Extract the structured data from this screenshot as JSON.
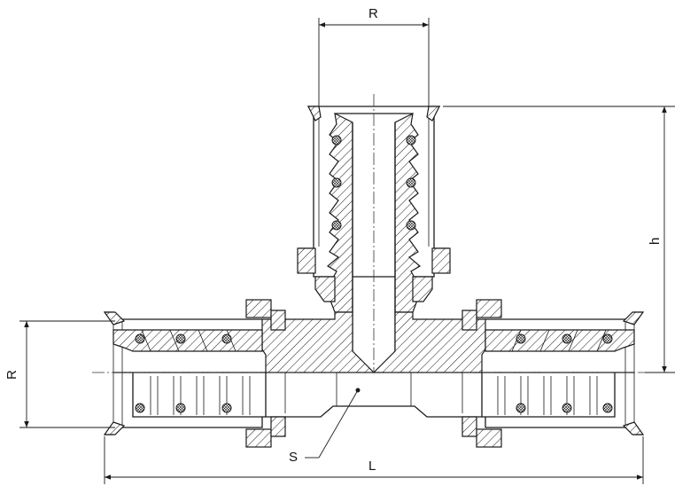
{
  "labels": {
    "top_width": "R",
    "left_height": "R",
    "right_height": "h",
    "bottom_length": "L",
    "hole": "S"
  }
}
